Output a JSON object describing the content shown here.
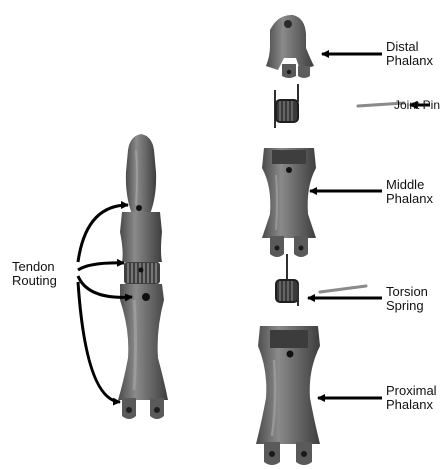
{
  "labels": {
    "tendon_routing": [
      "Tendon",
      "Routing"
    ],
    "distal_phalanx": [
      "Distal",
      "Phalanx"
    ],
    "joint_pin": [
      "Joint Pin"
    ],
    "middle_phalanx": [
      "Middle",
      "Phalanx"
    ],
    "torsion_spring": [
      "Torsion",
      "Spring"
    ],
    "proximal_phalanx": [
      "Proximal",
      "Phalanx"
    ]
  },
  "colors": {
    "part_dark": "#4a4a4a",
    "part_mid": "#777777",
    "part_light": "#a8a8a8",
    "arrow": "#000000",
    "background": "#ffffff"
  }
}
